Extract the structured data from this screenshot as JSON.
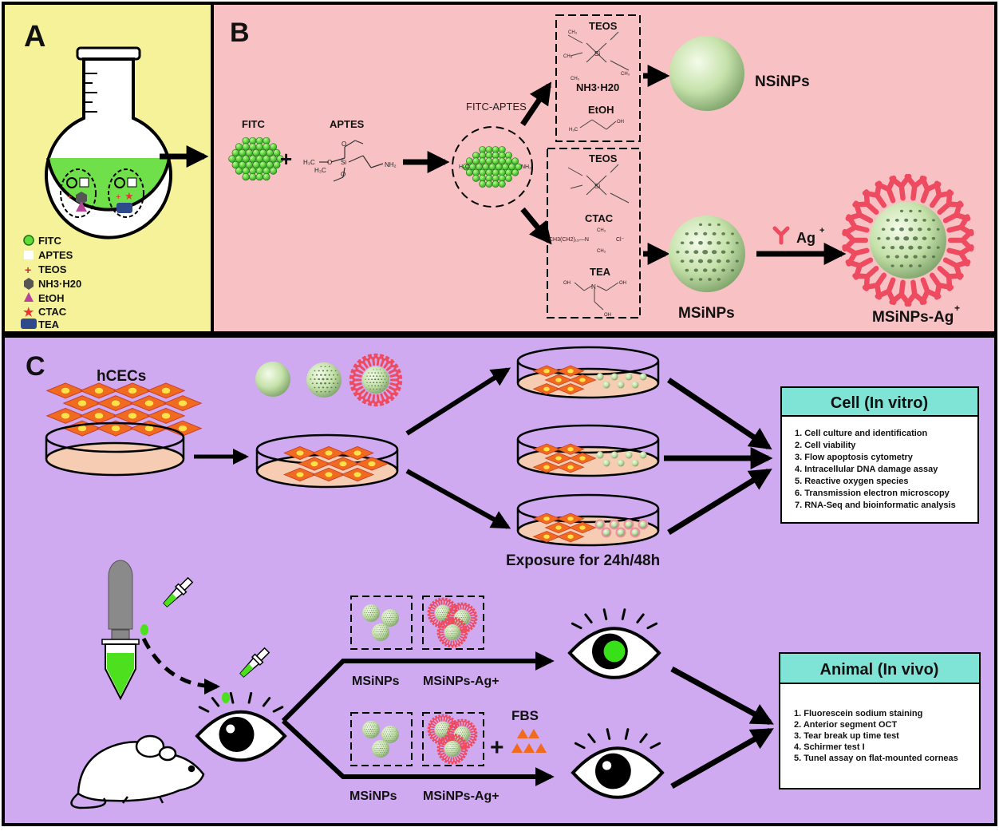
{
  "panels": {
    "a": {
      "label": "A",
      "legend": [
        "FITC",
        "APTES",
        "TEOS",
        "NH3·H20",
        "EtOH",
        "CTAC",
        "TEA"
      ]
    },
    "b": {
      "label": "B",
      "fitc": "FITC",
      "aptes": "APTES",
      "plus": "+",
      "fitc_aptes": "FITC-APTES",
      "teos": "TEOS",
      "nh3": "NH3·H20",
      "etoh": "EtOH",
      "teos2": "TEOS",
      "ctac": "CTAC",
      "tea": "TEA",
      "nsinps": "NSiNPs",
      "msinps": "MSiNPs",
      "ag": "Ag",
      "ag_sup": "+",
      "msinps_ag": "MSiNPs-Ag",
      "msinps_ag_sup": "+",
      "chem": {
        "h3c": "H₃C",
        "o": "O",
        "si": "Si",
        "nh2": "NH₂",
        "ch3": "CH₃",
        "oh": "OH",
        "n": "N",
        "n_plus": "+",
        "ctac_formula": "CH3(CH2)₁₅—N",
        "cl": "Cl⁻"
      }
    },
    "c": {
      "label": "C",
      "hcecs": "hCECs",
      "exposure": "Exposure for 24h/48h",
      "invitro": {
        "title": "Cell (In vitro)",
        "items": [
          "1. Cell culture and identification",
          "2. Cell viability",
          "3.  Flow apoptosis cytometry",
          "4. Intracellular DNA damage assay",
          "5. Reactive oxygen species",
          "6. Transmission electron microscopy",
          "7. RNA-Seq and bioinformatic analysis"
        ]
      },
      "invivo": {
        "title": "Animal (In vivo)",
        "items": [
          "1. Fluorescein sodium staining",
          "2. Anterior segment OCT",
          "3. Tear break up time test",
          "4. Schirmer test I",
          "5. Tunel assay on flat-mounted corneas"
        ]
      },
      "msinps_1": "MSiNPs",
      "msinps_ag_1": "MSiNPs-Ag+",
      "msinps_2": "MSiNPs",
      "msinps_ag_2": "MSiNPs-Ag+",
      "fbs": "FBS",
      "plus": "+"
    }
  },
  "colors": {
    "panel_a_bg": "#f5f29a",
    "panel_b_bg": "#f8c1c4",
    "panel_c_bg": "#cfaaf0",
    "green": "#5fdc3a",
    "sphere": "#cfe8b4",
    "antibody": "#ee4b60",
    "box_header": "#7fe4d6",
    "cell_orange": "#f07a2a",
    "dish_fill": "#f6cdb2"
  }
}
